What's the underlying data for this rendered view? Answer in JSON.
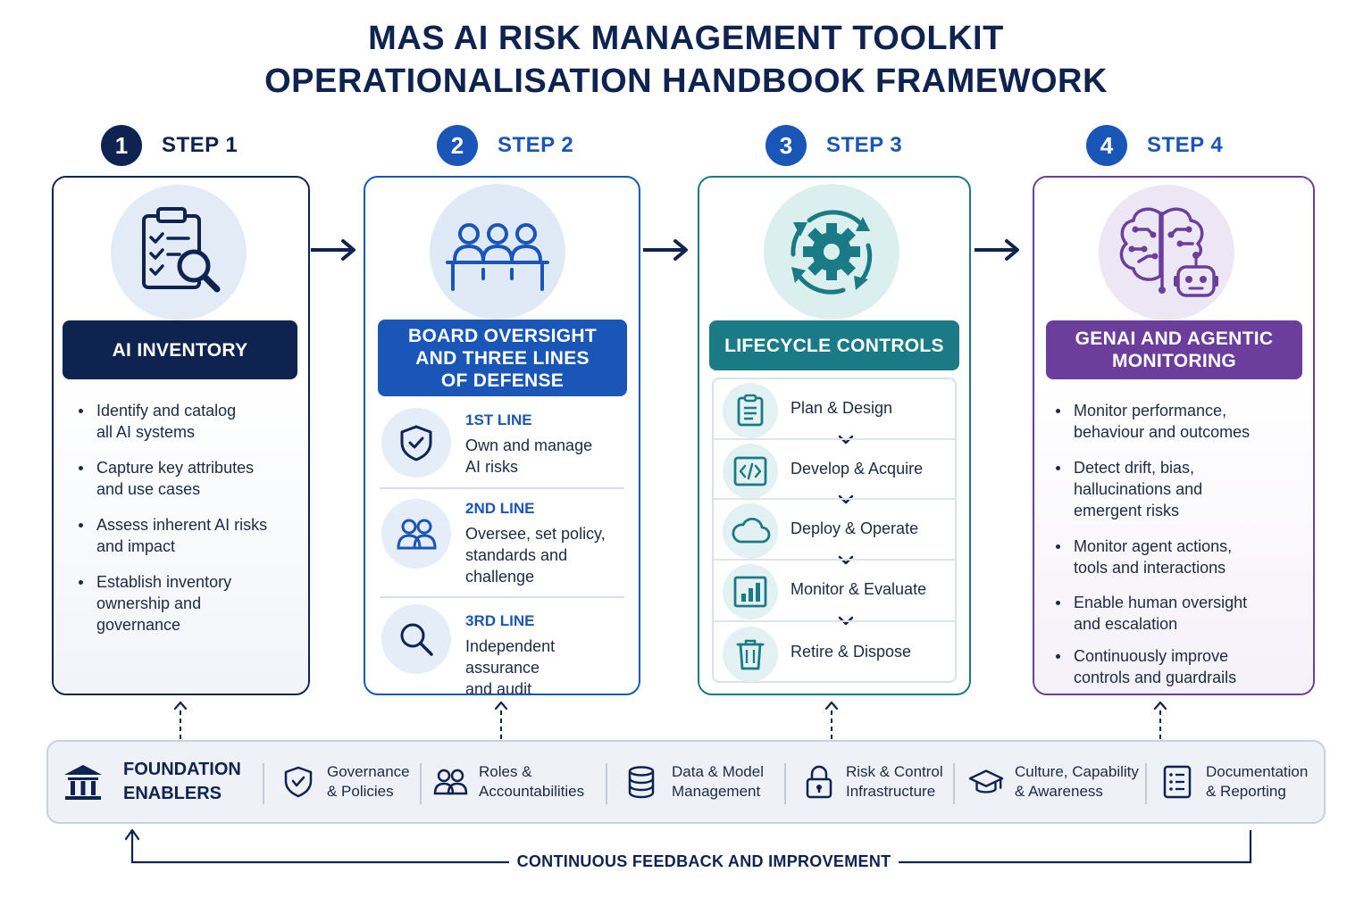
{
  "title": {
    "line1": "MAS AI RISK MANAGEMENT TOOLKIT",
    "line2": "OPERATIONALISATION HANDBOOK FRAMEWORK"
  },
  "colors": {
    "step1": "#0f2350",
    "step2": "#1a56b8",
    "step3": "#1a7a86",
    "step4": "#6a3e9a"
  },
  "steps": [
    {
      "number": "1",
      "label": "STEP 1",
      "banner": "AI INVENTORY",
      "icon": "clipboard-checklist-magnifier-icon"
    },
    {
      "number": "2",
      "label": "STEP 2",
      "banner_lines": [
        "BOARD OVERSIGHT",
        "AND THREE LINES",
        "OF DEFENSE"
      ],
      "icon": "board-people-table-icon"
    },
    {
      "number": "3",
      "label": "STEP 3",
      "banner": "LIFECYCLE CONTROLS",
      "icon": "gear-cycle-arrows-icon"
    },
    {
      "number": "4",
      "label": "STEP 4",
      "banner_lines": [
        "GENAI AND AGENTIC",
        "MONITORING"
      ],
      "icon": "brain-robot-icon"
    }
  ],
  "inventory_bullets": [
    [
      "Identify and catalog",
      "all AI systems"
    ],
    [
      "Capture key attributes",
      "and use cases"
    ],
    [
      "Assess inherent AI risks",
      "and impact"
    ],
    [
      "Establish inventory",
      "ownership and",
      "governance"
    ]
  ],
  "lines_of_defense": [
    {
      "title": "1ST LINE",
      "desc": [
        "Own and manage",
        "AI risks"
      ],
      "icon": "shield-check-icon"
    },
    {
      "title": "2ND LINE",
      "desc": [
        "Oversee, set policy,",
        "standards and",
        "challenge"
      ],
      "icon": "people-icon"
    },
    {
      "title": "3RD LINE",
      "desc": [
        "Independent assurance",
        "and audit"
      ],
      "icon": "magnifier-icon"
    }
  ],
  "lifecycle": [
    {
      "label": "Plan & Design",
      "icon": "clipboard-icon"
    },
    {
      "label": "Develop & Acquire",
      "icon": "code-icon"
    },
    {
      "label": "Deploy & Operate",
      "icon": "cloud-icon"
    },
    {
      "label": "Monitor & Evaluate",
      "icon": "bar-chart-icon"
    },
    {
      "label": "Retire & Dispose",
      "icon": "trash-icon"
    }
  ],
  "monitoring_bullets": [
    [
      "Monitor performance,",
      "behaviour and outcomes"
    ],
    [
      "Detect drift, bias,",
      "hallucinations and",
      "emergent risks"
    ],
    [
      "Monitor agent actions,",
      "tools and interactions"
    ],
    [
      "Enable human oversight",
      "and escalation"
    ],
    [
      "Continuously improve",
      "controls and guardrails"
    ]
  ],
  "foundation": {
    "title_lines": [
      "FOUNDATION",
      "ENABLERS"
    ],
    "icon": "institution-icon",
    "items": [
      {
        "lines": [
          "Governance",
          "& Policies"
        ],
        "icon": "shield-check-icon"
      },
      {
        "lines": [
          "Roles &",
          "Accountabilities"
        ],
        "icon": "people-icon"
      },
      {
        "lines": [
          "Data & Model",
          "Management"
        ],
        "icon": "database-icon"
      },
      {
        "lines": [
          "Risk & Control",
          "Infrastructure"
        ],
        "icon": "padlock-icon"
      },
      {
        "lines": [
          "Culture, Capability",
          "& Awareness"
        ],
        "icon": "graduation-cap-icon"
      },
      {
        "lines": [
          "Documentation",
          "& Reporting"
        ],
        "icon": "document-list-icon"
      }
    ]
  },
  "feedback_label": "CONTINUOUS FEEDBACK AND IMPROVEMENT"
}
